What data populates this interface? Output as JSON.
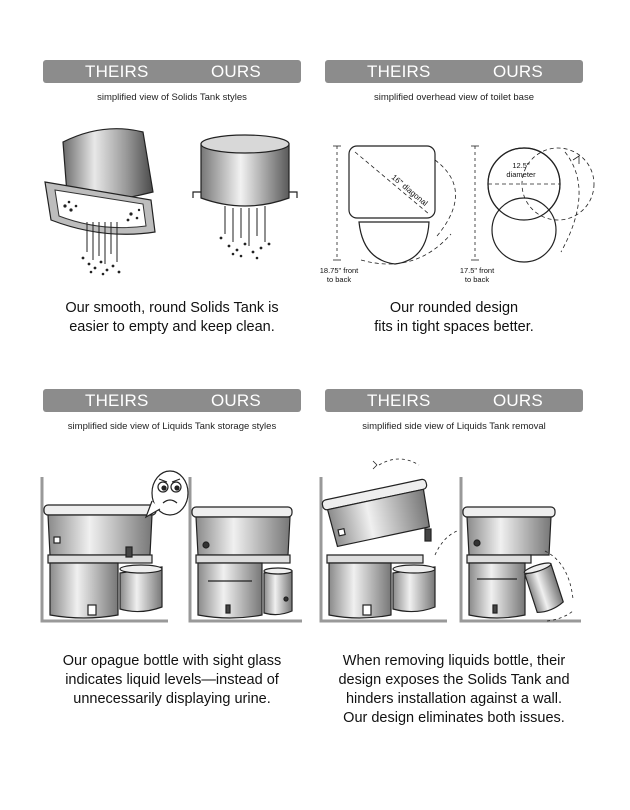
{
  "panels": [
    {
      "theirs": "THEIRS",
      "ours": "OURS",
      "subtitle": "simplified view of Solids Tank styles",
      "caption": [
        "Our smooth, round Solids Tank is",
        "easier to empty and keep clean."
      ]
    },
    {
      "theirs": "THEIRS",
      "ours": "OURS",
      "subtitle": "simplified overhead view of toilet base",
      "caption": [
        "Our rounded design",
        "fits in tight spaces better."
      ],
      "labels": {
        "diagonal": "16\" diagonal",
        "theirs_front_line1": "18.75\" front",
        "theirs_front_line2": "to back",
        "ours_diameter_line1": "12.5\"",
        "ours_diameter_line2": "diameter",
        "ours_front_line1": "17.5\" front",
        "ours_front_line2": "to back"
      }
    },
    {
      "theirs": "THEIRS",
      "ours": "OURS",
      "subtitle": "simplified side view of Liquids Tank storage styles",
      "caption": [
        "Our opague bottle with sight glass",
        "indicates liquid levels—instead of",
        "unnecessarily displaying urine."
      ]
    },
    {
      "theirs": "THEIRS",
      "ours": "OURS",
      "subtitle": "simplified side view of Liquids Tank removal",
      "caption": [
        "When removing liquids bottle, their",
        "design exposes the Solids Tank and",
        "hinders installation against a wall.",
        "Our design eliminates both issues."
      ]
    }
  ]
}
